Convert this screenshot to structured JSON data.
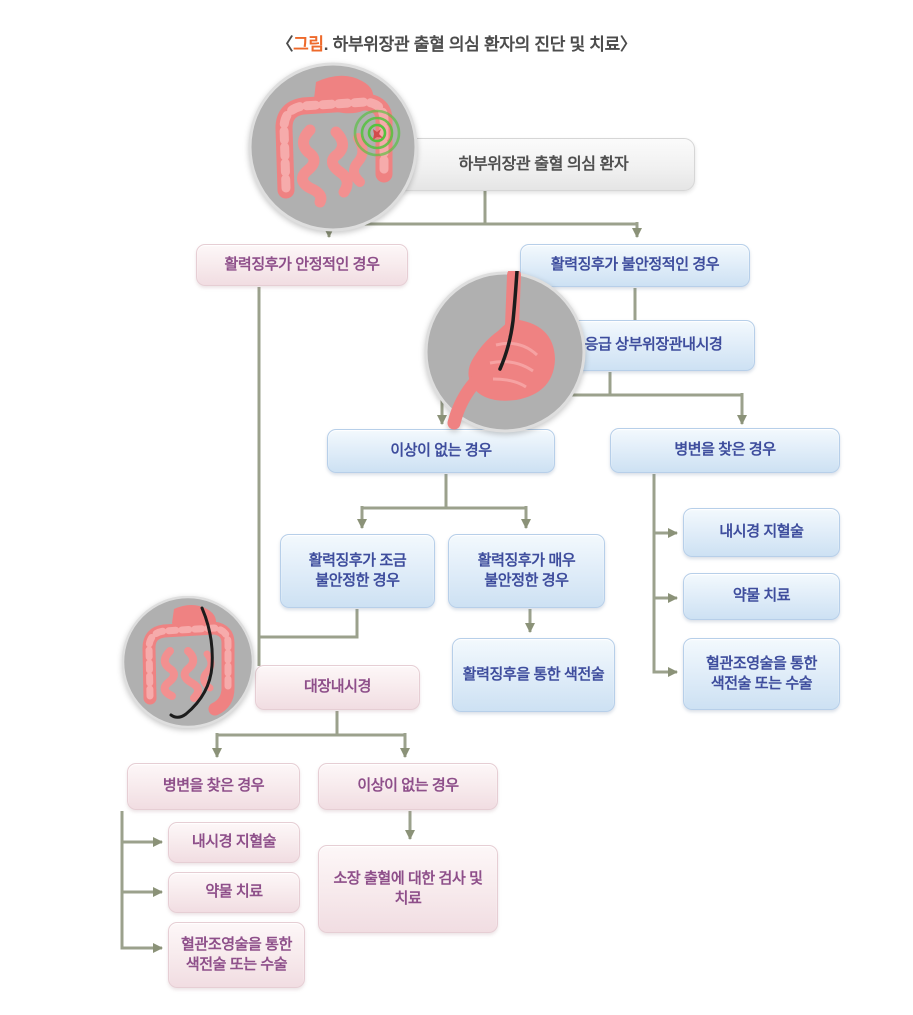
{
  "title": {
    "bracket_open": "〈",
    "figure_label": "그림",
    "period": ". ",
    "text": "하부위장관 출혈 의심 환자의 진단 및 치료",
    "bracket_close": "〉"
  },
  "nodes": {
    "root": {
      "label": "하부위장관 출혈 의심 환자"
    },
    "stable": {
      "label": "활력징후가 안정적인 경우"
    },
    "unstable": {
      "label": "활력징후가 불안정적인 경우"
    },
    "emergency_egd": {
      "label": "응급 상부위장관내시경"
    },
    "upper_normal": {
      "label": "이상이 없는 경우"
    },
    "upper_lesion": {
      "label": "병변을 찾은 경우"
    },
    "slightly_unstable": {
      "label": "활력징후가 조금 불안정한 경우"
    },
    "very_unstable": {
      "label": "활력징후가 매우 불안정한 경우"
    },
    "embolization_vitals": {
      "label": "활력징후을 통한 색전술"
    },
    "endoscopic_hemostasis_upper": {
      "label": "내시경 지혈술"
    },
    "medication_upper": {
      "label": "약물 치료"
    },
    "angiography_upper": {
      "label": "혈관조영술을 통한 색전술 또는 수술"
    },
    "colonoscopy": {
      "label": "대장내시경"
    },
    "lower_lesion": {
      "label": "병변을 찾은 경우"
    },
    "lower_normal": {
      "label": "이상이 없는 경우"
    },
    "endoscopic_hemostasis_lower": {
      "label": "내시경 지혈술"
    },
    "medication_lower": {
      "label": "약물 치료"
    },
    "angiography_lower": {
      "label": "혈관조영술을 통한 색전술 또는 수술"
    },
    "small_bowel": {
      "label": "소장 출혈에 대한 검사 및 치료"
    }
  },
  "icons": {
    "intestine_target": "intestine-bleeding-target-icon",
    "stomach_endoscope": "stomach-endoscopy-icon",
    "colon_endoscope": "colonoscopy-icon"
  },
  "colors": {
    "accent_orange": "#ee6a2b",
    "blue_node_text": "#3e4d9d",
    "pink_node_text": "#8e4f8a",
    "gray_node_text": "#4f4f4f",
    "connector": "#9ba18c",
    "target_green": "#55c23e",
    "illustration_pink": "#ef8282",
    "illustration_gray": "#b3b3b3"
  }
}
